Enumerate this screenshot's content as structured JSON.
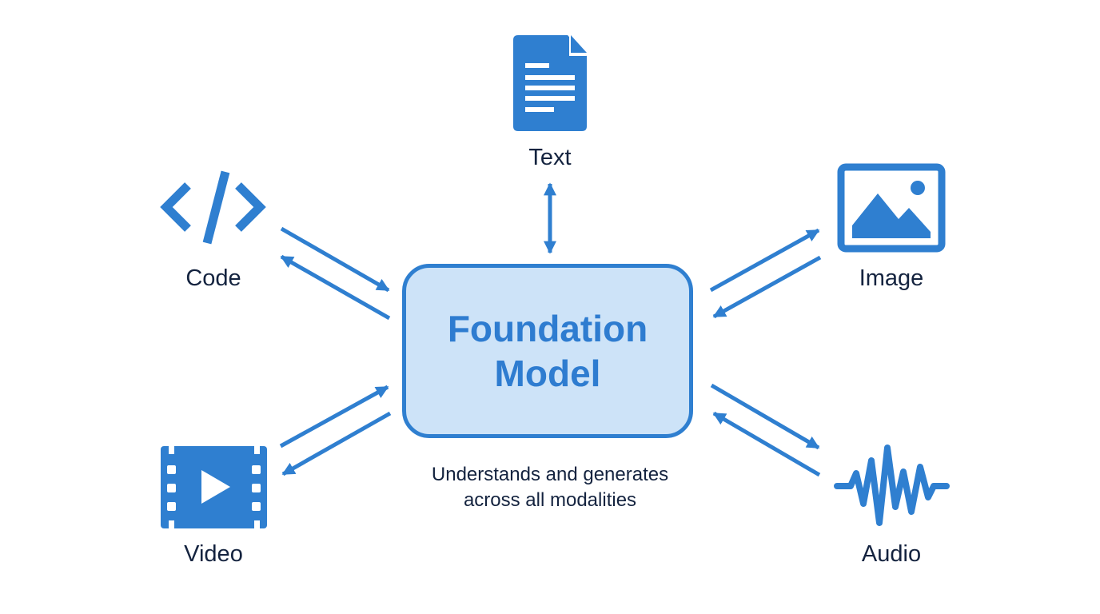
{
  "colors": {
    "accent": "#2f7fd0",
    "hub_fill": "#cde3f8",
    "text_dark": "#14233f",
    "background": "#ffffff"
  },
  "hub": {
    "lines": [
      "Foundation",
      "Model"
    ],
    "caption_lines": [
      "Understands and generates",
      "across all modalities"
    ]
  },
  "modalities": [
    {
      "id": "text",
      "label": "Text",
      "icon": "document-icon",
      "connection": "bidirectional"
    },
    {
      "id": "code",
      "label": "Code",
      "icon": "code-brackets-icon",
      "connection": "bidirectional"
    },
    {
      "id": "image",
      "label": "Image",
      "icon": "image-picture-icon",
      "connection": "bidirectional"
    },
    {
      "id": "video",
      "label": "Video",
      "icon": "film-play-icon",
      "connection": "bidirectional"
    },
    {
      "id": "audio",
      "label": "Audio",
      "icon": "audio-waveform-icon",
      "connection": "bidirectional"
    }
  ]
}
